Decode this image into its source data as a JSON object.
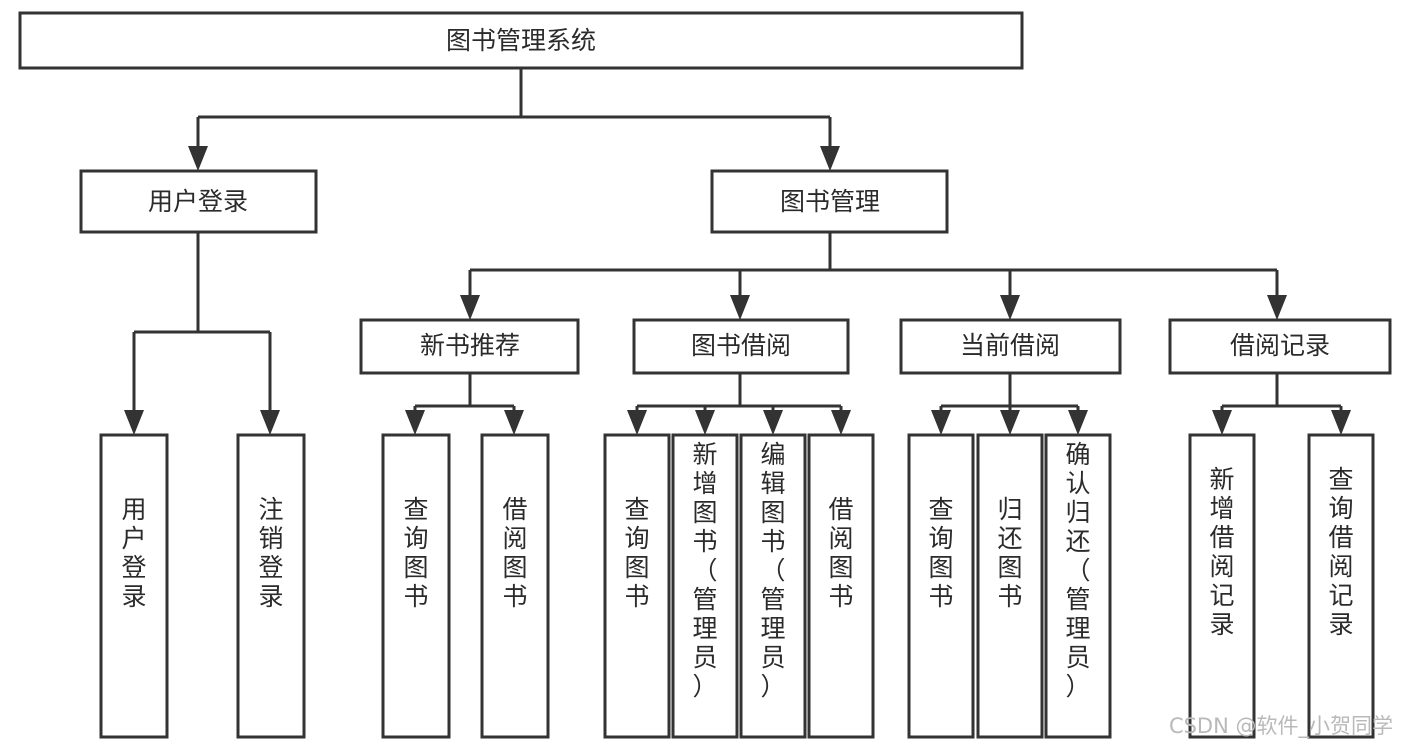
{
  "diagram": {
    "title": "图书管理系统",
    "type": "tree-hierarchy",
    "orientation": "top-down",
    "colors": {
      "box_fill": "#ffffff",
      "box_stroke": "#333333",
      "text": "#2b2b2b",
      "connector": "#333333",
      "watermark": "#b9b9b9",
      "background": "#ffffff"
    }
  },
  "root": {
    "label": "图书管理系统"
  },
  "level2": {
    "user_login": {
      "label": "用户登录"
    },
    "book_manage": {
      "label": "图书管理"
    }
  },
  "level3": {
    "new_book_recommend": {
      "label": "新书推荐"
    },
    "book_borrow": {
      "label": "图书借阅"
    },
    "current_borrow": {
      "label": "当前借阅"
    },
    "borrow_record": {
      "label": "借阅记录"
    }
  },
  "leaves": {
    "user_login_children": [
      {
        "label": "用户登录"
      },
      {
        "label": "注销登录"
      }
    ],
    "new_book_recommend_children": [
      {
        "label": "查询图书"
      },
      {
        "label": "借阅图书"
      }
    ],
    "book_borrow_children": [
      {
        "label": "查询图书"
      },
      {
        "label": "新增图书（管理员）"
      },
      {
        "label": "编辑图书（管理员）"
      },
      {
        "label": "借阅图书"
      }
    ],
    "current_borrow_children": [
      {
        "label": "查询图书"
      },
      {
        "label": "归还图书"
      },
      {
        "label": "确认归还（管理员）"
      }
    ],
    "borrow_record_children": [
      {
        "label": "新增借阅记录"
      },
      {
        "label": "查询借阅记录"
      }
    ]
  },
  "watermark": {
    "text": "CSDN @软件_小贺同学"
  }
}
